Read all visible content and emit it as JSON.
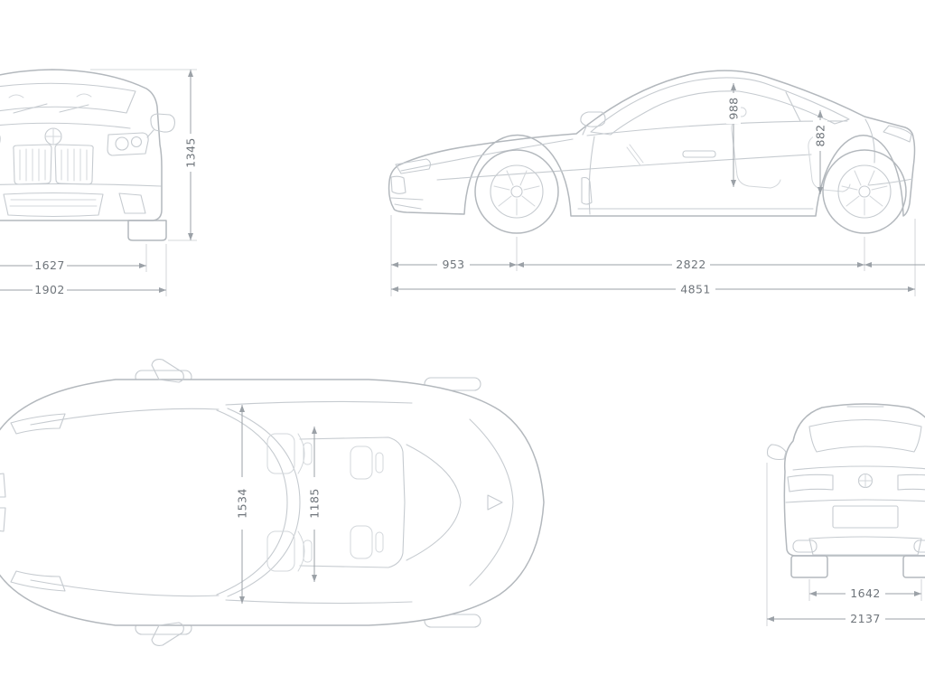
{
  "diagram": {
    "type": "vehicle-dimension-blueprint",
    "unit": "mm",
    "front_view": {
      "overall_height": "1345",
      "front_track": "1627",
      "overall_width": "1902"
    },
    "side_view": {
      "headroom_front": "988",
      "headroom_rear": "882",
      "front_overhang": "953",
      "wheelbase": "2822",
      "overall_length": "4851"
    },
    "top_view": {
      "interior_width_front": "1534",
      "interior_width_rear": "1185"
    },
    "rear_view": {
      "rear_track": "1642",
      "width_incl_mirrors": "2137"
    },
    "colors": {
      "car_outline": "#b3b8bd",
      "detail": "#c6cbd0",
      "interior": "#d3d7db",
      "dimension": "#9ba1a7",
      "label_text": "#6f757b",
      "background": "#ffffff"
    }
  }
}
